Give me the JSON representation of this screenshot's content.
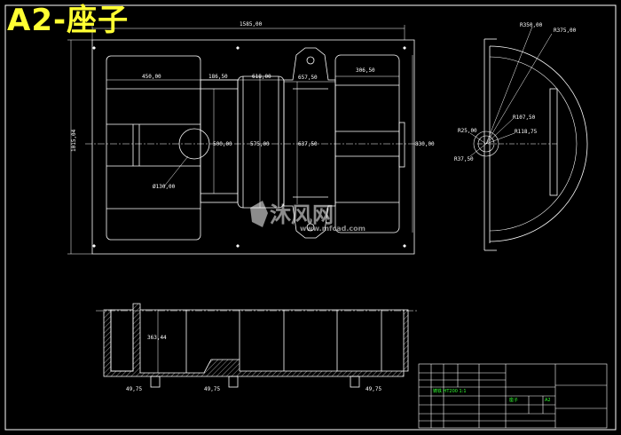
{
  "title": "A2-座子",
  "colors": {
    "background": "#000000",
    "outline": "#ffffff",
    "dimension": "#ffffff",
    "hatch": "#ffffff",
    "title": "#ffff33",
    "table_text": "#33ff33",
    "table_mark": "#33ff33"
  },
  "watermark": {
    "cn": "沐风网",
    "url": "www.mfcad.com"
  },
  "top_view": {
    "dims": {
      "overall_length": "1585,00",
      "left_block": "450,00",
      "neck": "186,50",
      "ring1": "618,00",
      "ring2": "657,50",
      "right_block": "306,50",
      "height_left": "1015,04",
      "height_mid": "500,00",
      "height_ring1": "575,00",
      "height_ring2": "637,50",
      "height_right": "830,00",
      "hole": "Ø130,00"
    }
  },
  "side_view": {
    "dims": {
      "r_outer": "R375,00",
      "r_inner": "R350,00",
      "r1": "R107,50",
      "r2": "R118,75",
      "r3": "R25,00",
      "r4": "R37,50"
    }
  },
  "section_view": {
    "dims": {
      "height": "363,44",
      "foot1": "49,75",
      "foot2": "49,75",
      "foot3": "49,75"
    }
  },
  "title_block": {
    "row_a": "铸铁 HT200 1:1",
    "row_b": "座子",
    "row_c": "A2"
  }
}
